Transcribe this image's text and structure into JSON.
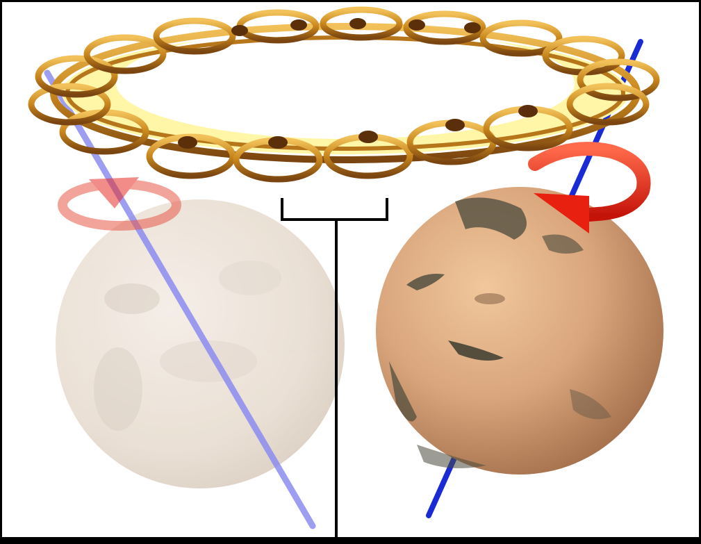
{
  "diagram": {
    "colors": {
      "frame": "#000000",
      "canvas": "#ffffff",
      "ring_coil": "#c8861c",
      "ring_coil_dark": "#6b3a0a",
      "ring_fill": "#fff6a8",
      "axis_faded": "#8c8cf0",
      "axis": "#1a2bd6",
      "rotation_arrow": "#e8200f",
      "planet_surface": "#d9a57c",
      "planet_dark_marks": "#4a4a3c",
      "planet_faded": "#e8dcd0",
      "bracket": "#000000"
    },
    "elements": {
      "ring": "coiled-ring",
      "planet_faded": "faded-planet",
      "planet_solid": "planet",
      "axis_faded": "faded-spin-axis",
      "axis_solid": "spin-axis",
      "arrow_faded": "faded-rotation-arrow",
      "arrow_solid": "rotation-arrow",
      "bracket": "separation-bracket"
    }
  }
}
